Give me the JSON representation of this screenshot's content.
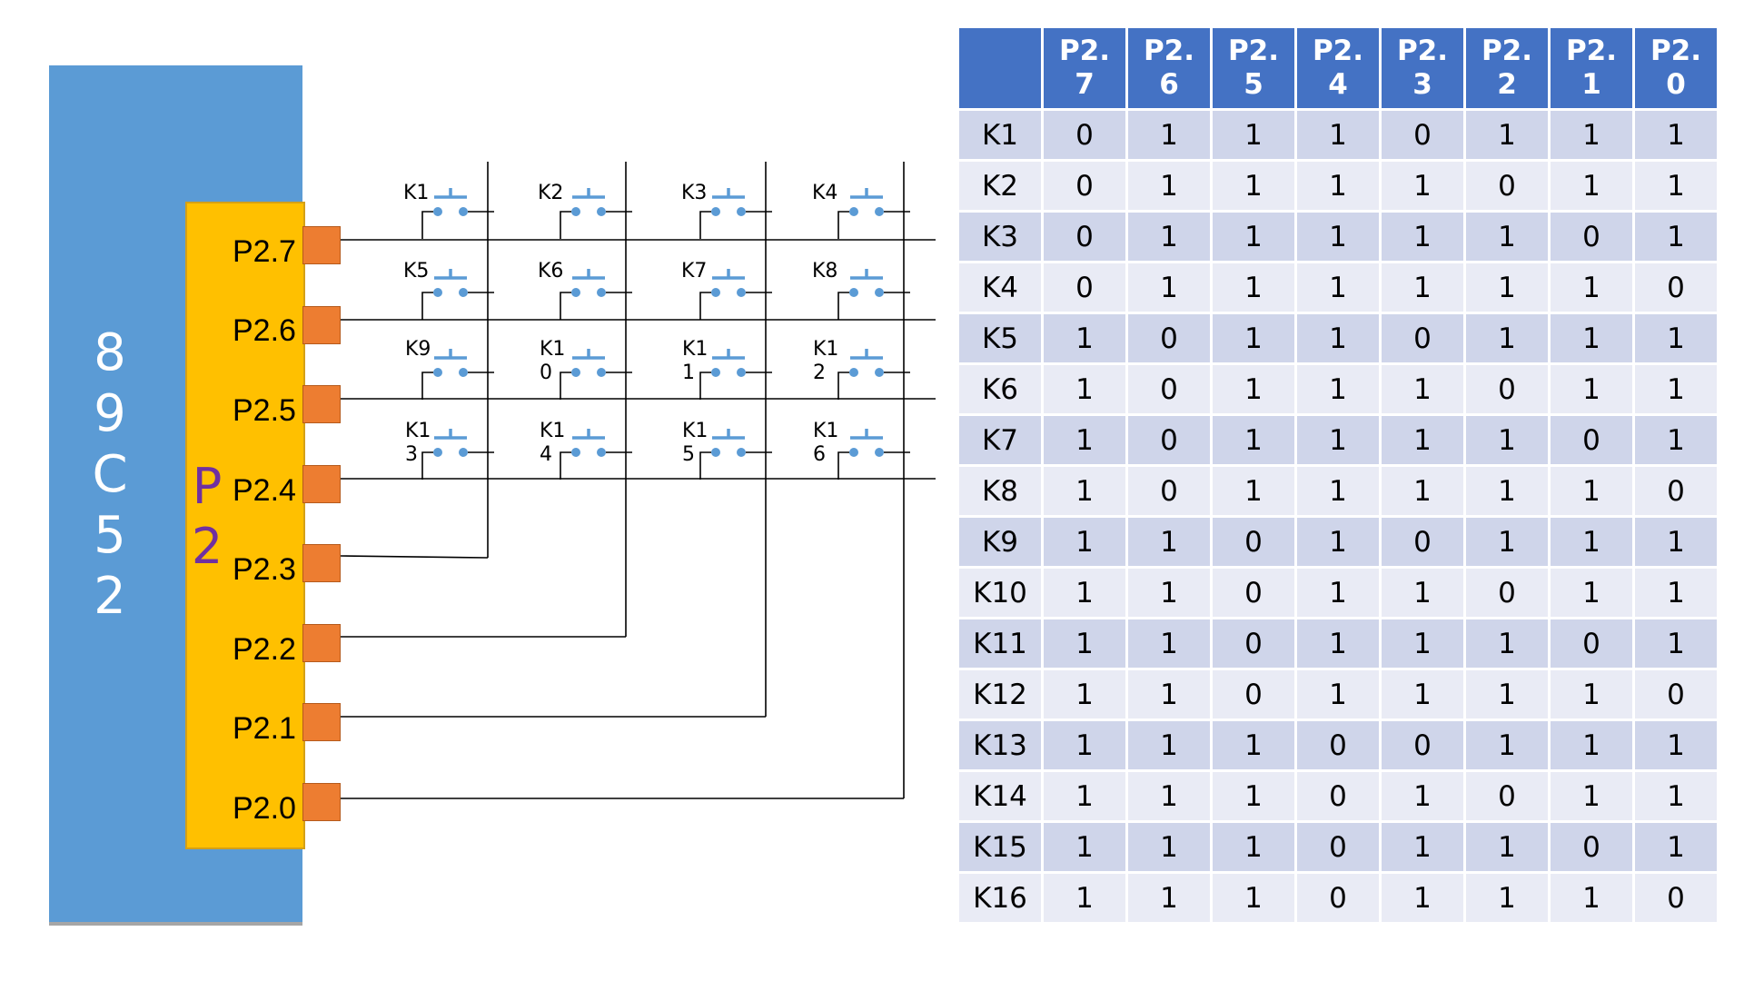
{
  "chip": {
    "label": "8\n9\nC\n5\n2",
    "color": "#5b9bd5"
  },
  "port": {
    "label": "P\n2",
    "color": "#ffc000",
    "label_color": "#7030a0"
  },
  "pins": [
    "P2.7",
    "P2.6",
    "P2.5",
    "P2.4",
    "P2.3",
    "P2.2",
    "P2.1",
    "P2.0"
  ],
  "keys": [
    [
      "K1",
      "K2",
      "K3",
      "K4"
    ],
    [
      "K5",
      "K6",
      "K7",
      "K8"
    ],
    [
      "K9",
      "K1\n0",
      "K1\n1",
      "K1\n2"
    ],
    [
      "K1\n3",
      "K1\n4",
      "K1\n5",
      "K1\n6"
    ]
  ],
  "table": {
    "header_color": "#4472c4",
    "columns": [
      "P2.\n7",
      "P2.\n6",
      "P2.\n5",
      "P2.\n4",
      "P2.\n3",
      "P2.\n2",
      "P2.\n1",
      "P2.\n0"
    ],
    "rows": [
      {
        "key": "K1",
        "bits": [
          "0",
          "1",
          "1",
          "1",
          "0",
          "1",
          "1",
          "1"
        ]
      },
      {
        "key": "K2",
        "bits": [
          "0",
          "1",
          "1",
          "1",
          "1",
          "0",
          "1",
          "1"
        ]
      },
      {
        "key": "K3",
        "bits": [
          "0",
          "1",
          "1",
          "1",
          "1",
          "1",
          "0",
          "1"
        ]
      },
      {
        "key": "K4",
        "bits": [
          "0",
          "1",
          "1",
          "1",
          "1",
          "1",
          "1",
          "0"
        ]
      },
      {
        "key": "K5",
        "bits": [
          "1",
          "0",
          "1",
          "1",
          "0",
          "1",
          "1",
          "1"
        ]
      },
      {
        "key": "K6",
        "bits": [
          "1",
          "0",
          "1",
          "1",
          "1",
          "0",
          "1",
          "1"
        ]
      },
      {
        "key": "K7",
        "bits": [
          "1",
          "0",
          "1",
          "1",
          "1",
          "1",
          "0",
          "1"
        ]
      },
      {
        "key": "K8",
        "bits": [
          "1",
          "0",
          "1",
          "1",
          "1",
          "1",
          "1",
          "0"
        ]
      },
      {
        "key": "K9",
        "bits": [
          "1",
          "1",
          "0",
          "1",
          "0",
          "1",
          "1",
          "1"
        ]
      },
      {
        "key": "K10",
        "bits": [
          "1",
          "1",
          "0",
          "1",
          "1",
          "0",
          "1",
          "1"
        ]
      },
      {
        "key": "K11",
        "bits": [
          "1",
          "1",
          "0",
          "1",
          "1",
          "1",
          "0",
          "1"
        ]
      },
      {
        "key": "K12",
        "bits": [
          "1",
          "1",
          "0",
          "1",
          "1",
          "1",
          "1",
          "0"
        ]
      },
      {
        "key": "K13",
        "bits": [
          "1",
          "1",
          "1",
          "0",
          "0",
          "1",
          "1",
          "1"
        ]
      },
      {
        "key": "K14",
        "bits": [
          "1",
          "1",
          "1",
          "0",
          "1",
          "0",
          "1",
          "1"
        ]
      },
      {
        "key": "K15",
        "bits": [
          "1",
          "1",
          "1",
          "0",
          "1",
          "1",
          "0",
          "1"
        ]
      },
      {
        "key": "K16",
        "bits": [
          "1",
          "1",
          "1",
          "0",
          "1",
          "1",
          "1",
          "0"
        ]
      }
    ]
  }
}
